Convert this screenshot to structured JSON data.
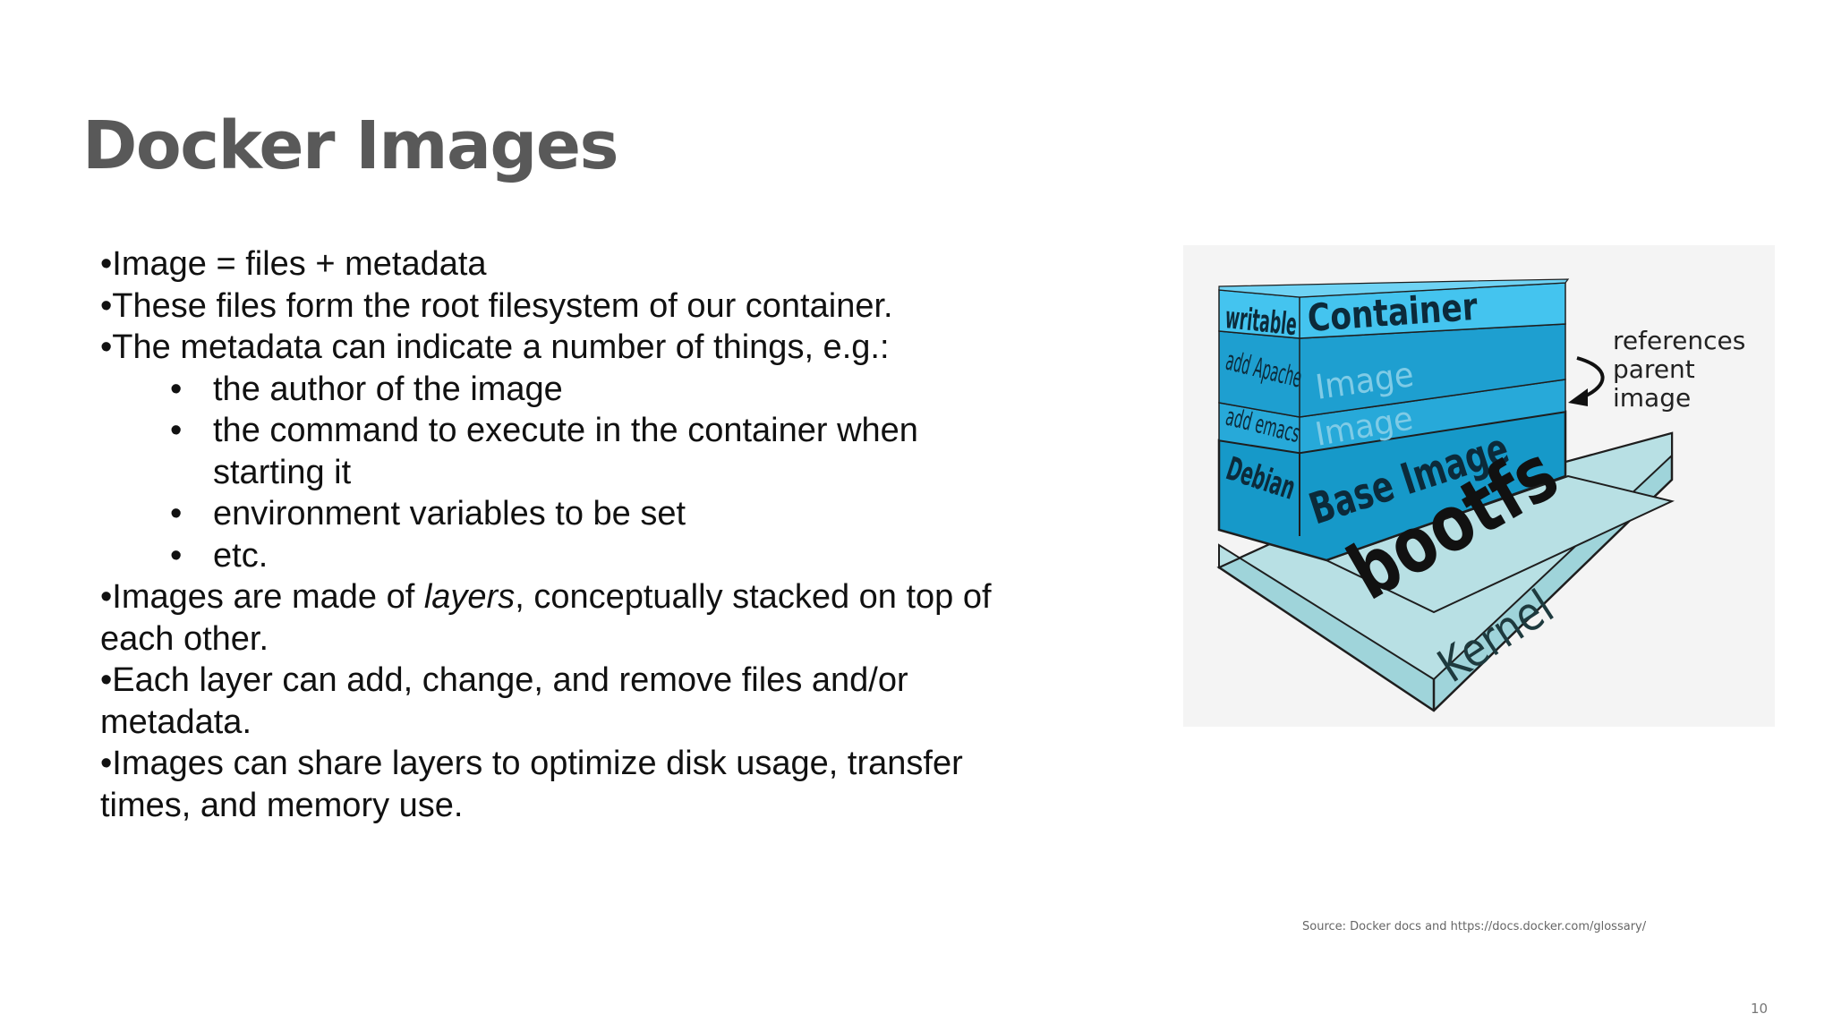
{
  "slide": {
    "title": "Docker Images",
    "bullets": {
      "b1": "•Image = files + metadata",
      "b2": "•These files form the root filesystem of our container.",
      "b3": "•The metadata can indicate a number of things, e.g.:",
      "sub_bullet_char": "•",
      "sub1": "the author of the image",
      "sub2": "the command to execute in the container when starting it",
      "sub3": "environment variables to be set",
      "sub4": "etc.",
      "b4_pre": "•Images are made of ",
      "b4_em": "layers",
      "b4_post": ", conceptually stacked on top of each other.",
      "b5": "•Each layer can add, change, and remove files and/or metadata.",
      "b6": "•Images can share layers to optimize disk usage, transfer times, and memory use."
    },
    "diagram": {
      "layer_labels": {
        "writable": "writable",
        "container": "Container",
        "add_apache": "add Apache",
        "image_1": "Image",
        "add_emacs": "add emacs",
        "image_2": "Image",
        "debian": "Debian",
        "base_image": "Base Image",
        "bootfs": "bootfs",
        "kernel": "Kernel"
      },
      "annotation": [
        "references",
        "parent",
        "image"
      ]
    },
    "source": "Source: Docker docs and https://docs.docker.com/glossary/",
    "page_number": "10"
  }
}
